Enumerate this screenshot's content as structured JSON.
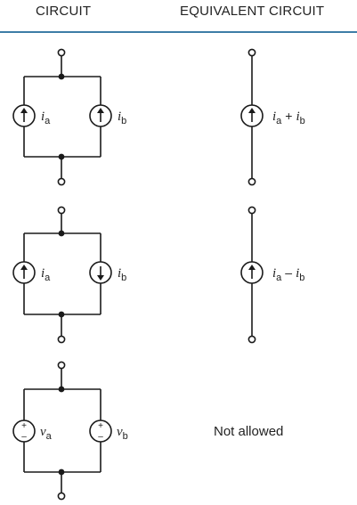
{
  "header": {
    "circuit": "CIRCUIT",
    "equivalent": "EQUIVALENT CIRCUIT"
  },
  "rows": [
    {
      "circuit": {
        "left_source": {
          "type": "current",
          "direction": "up",
          "symbol": "i",
          "subscript": "a"
        },
        "right_source": {
          "type": "current",
          "direction": "up",
          "symbol": "i",
          "subscript": "b"
        }
      },
      "equivalent": {
        "source": {
          "type": "current",
          "direction": "up"
        },
        "label": {
          "sym1": "i",
          "sub1": "a",
          "op": "+",
          "sym2": "i",
          "sub2": "b"
        }
      }
    },
    {
      "circuit": {
        "left_source": {
          "type": "current",
          "direction": "up",
          "symbol": "i",
          "subscript": "a"
        },
        "right_source": {
          "type": "current",
          "direction": "down",
          "symbol": "i",
          "subscript": "b"
        }
      },
      "equivalent": {
        "source": {
          "type": "current",
          "direction": "up"
        },
        "label": {
          "sym1": "i",
          "sub1": "a",
          "op": "–",
          "sym2": "i",
          "sub2": "b"
        }
      }
    },
    {
      "circuit": {
        "left_source": {
          "type": "voltage",
          "plus": "+",
          "minus": "–",
          "symbol": "v",
          "subscript": "a"
        },
        "right_source": {
          "type": "voltage",
          "plus": "+",
          "minus": "–",
          "symbol": "v",
          "subscript": "b"
        }
      },
      "equivalent": {
        "text": "Not allowed"
      }
    }
  ]
}
